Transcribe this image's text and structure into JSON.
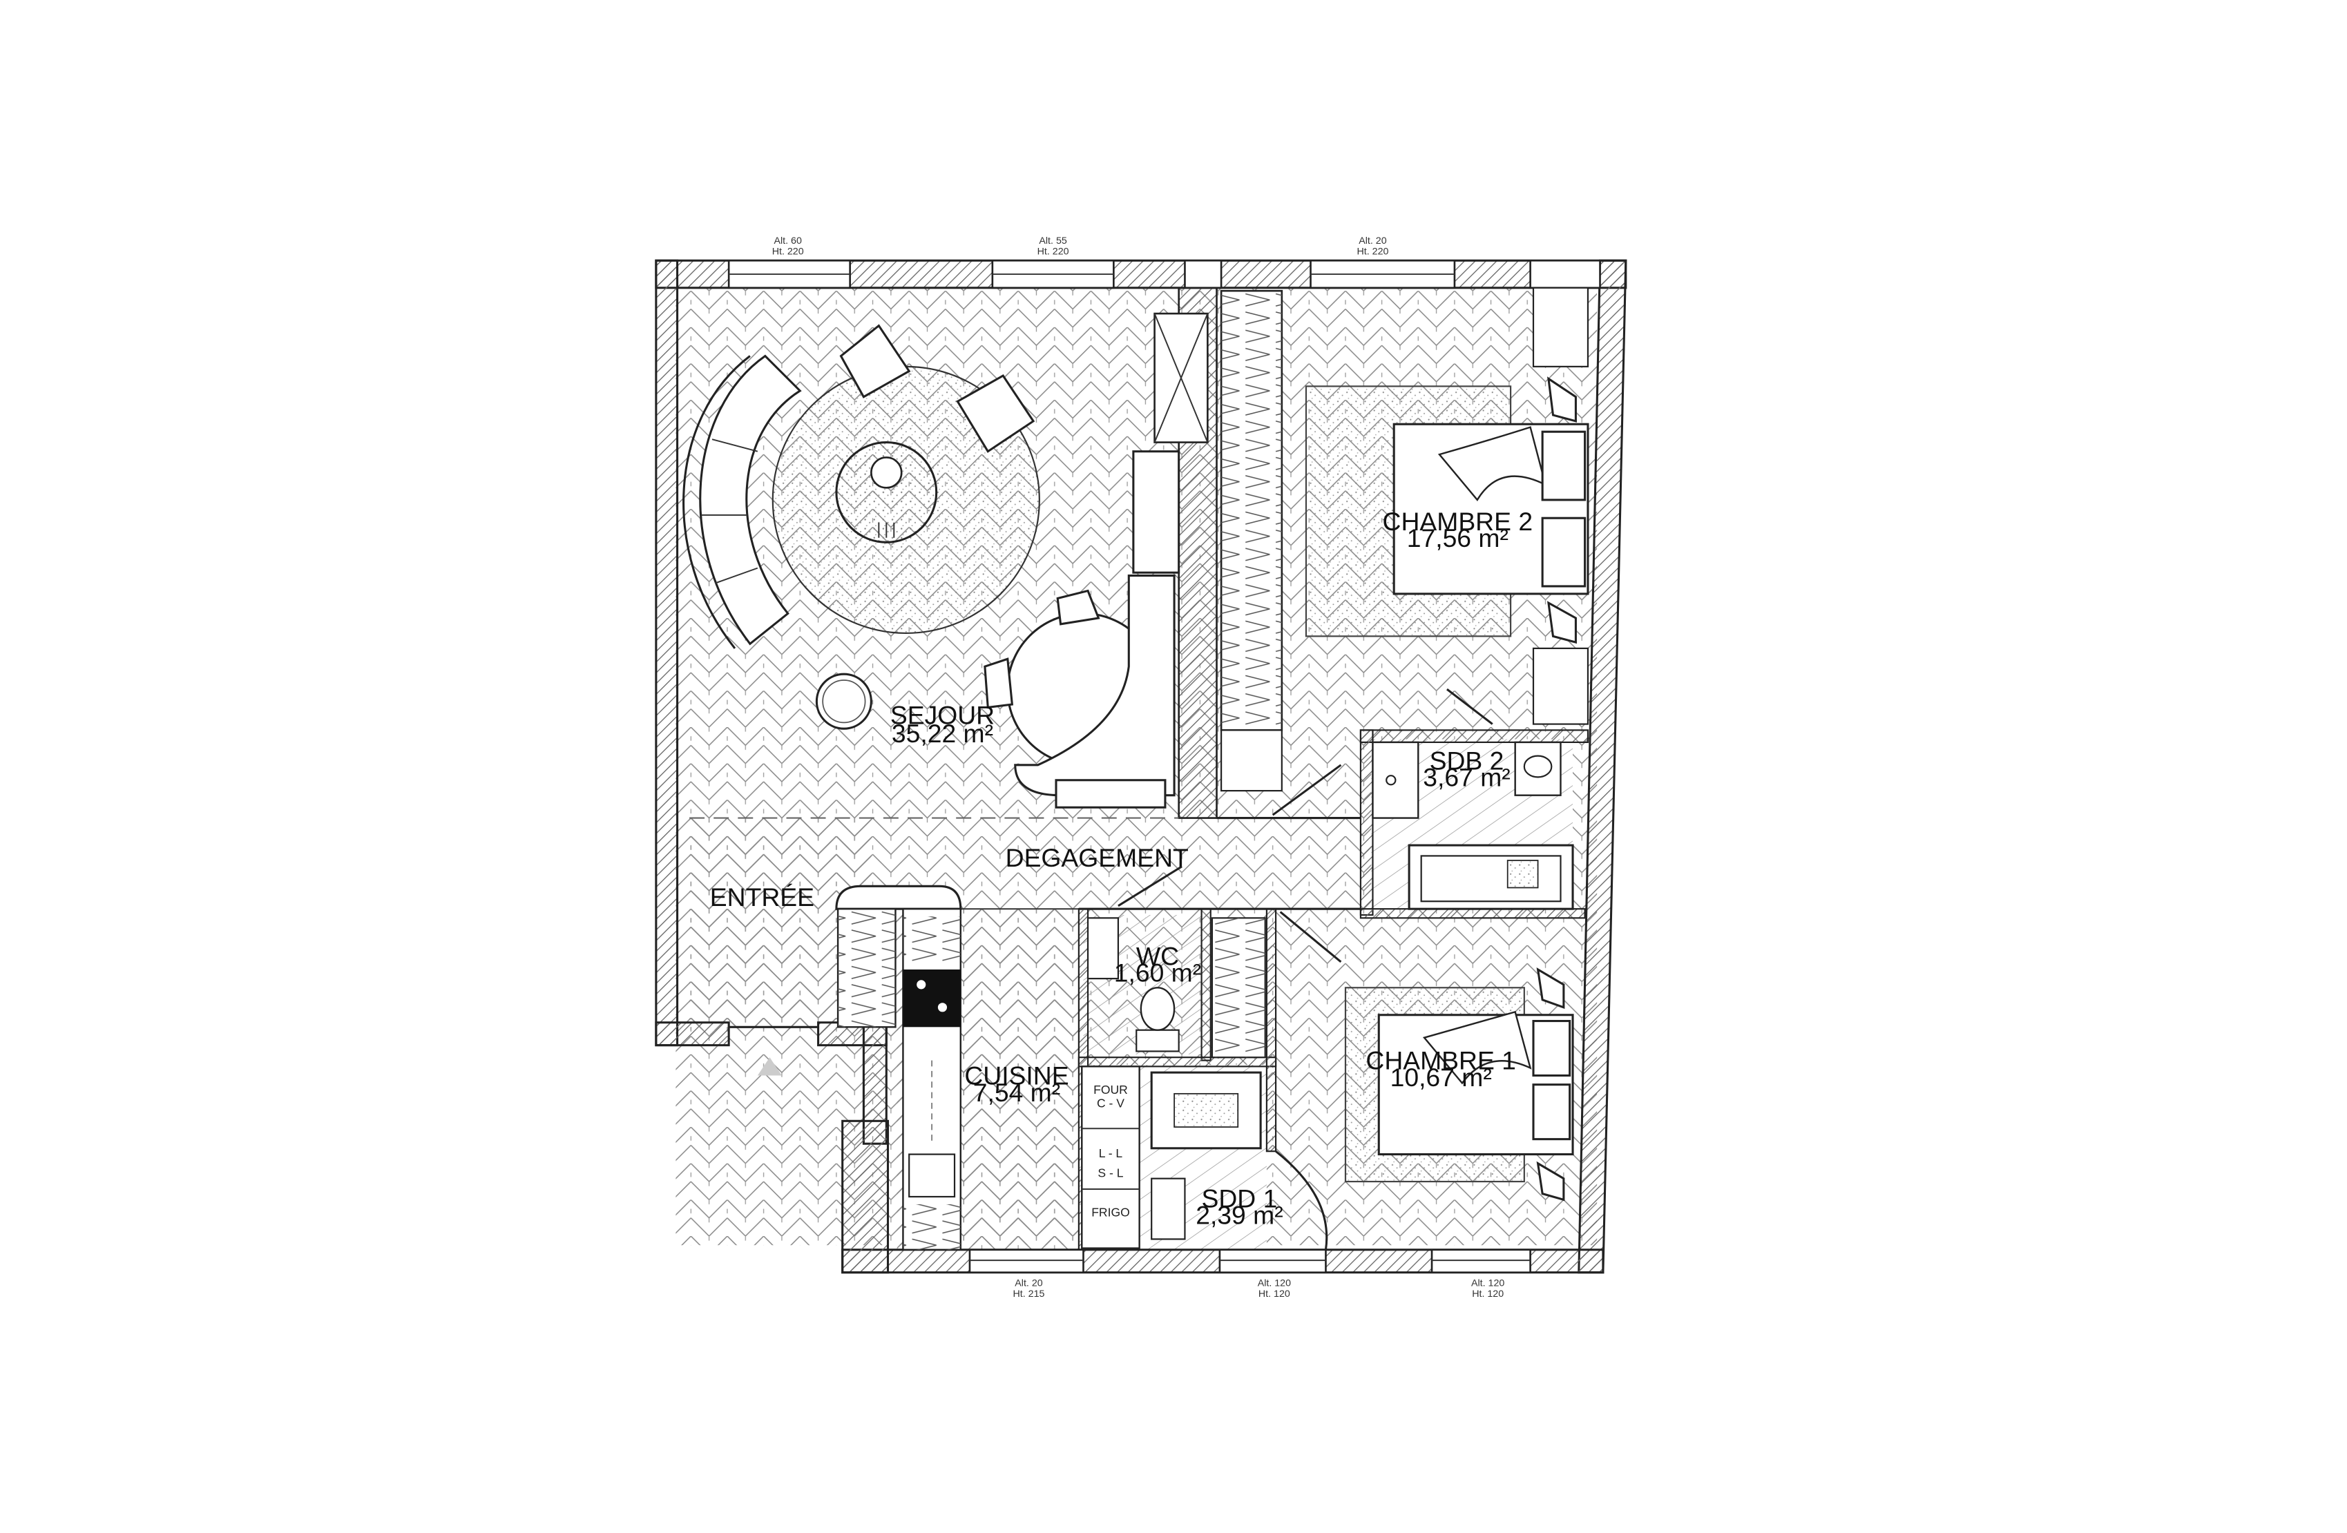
{
  "rooms": {
    "sejour": {
      "name": "SEJOUR",
      "area": "35,22 m²"
    },
    "chambre2": {
      "name": "CHAMBRE 2",
      "area": "17,56 m²"
    },
    "sdb2": {
      "name": "SDB 2",
      "area": "3,67 m²"
    },
    "degagement": {
      "name": "DEGAGEMENT",
      "area": ""
    },
    "entree": {
      "name": "ENTRÉE",
      "area": ""
    },
    "wc": {
      "name": "WC",
      "area": "1,60 m²"
    },
    "cuisine": {
      "name": "CUISINE",
      "area": "7,54 m²"
    },
    "chambre1": {
      "name": "CHAMBRE 1",
      "area": "10,67 m²"
    },
    "sdd1": {
      "name": "SDD 1",
      "area": "2,39 m²"
    }
  },
  "appliances": {
    "four": "FOUR",
    "cv": "C - V",
    "ll": "L - L",
    "sl": "S - L",
    "frigo": "FRIGO"
  },
  "window_notes": {
    "top_1": [
      "Alt. 60",
      "Ht. 220"
    ],
    "top_2": [
      "Alt. 55",
      "Ht. 220"
    ],
    "top_3": [
      "Alt. 20",
      "Ht. 220"
    ],
    "bottom_1": [
      "Alt. 20",
      "Ht. 215"
    ],
    "bottom_2": [
      "Alt. 120",
      "Ht. 120"
    ],
    "bottom_3": [
      "Alt. 120",
      "Ht. 120"
    ]
  },
  "colors": {
    "wall_fill": "#ffffff",
    "hatch": "#888888",
    "line": "#222222",
    "cooktop": "#111111"
  }
}
